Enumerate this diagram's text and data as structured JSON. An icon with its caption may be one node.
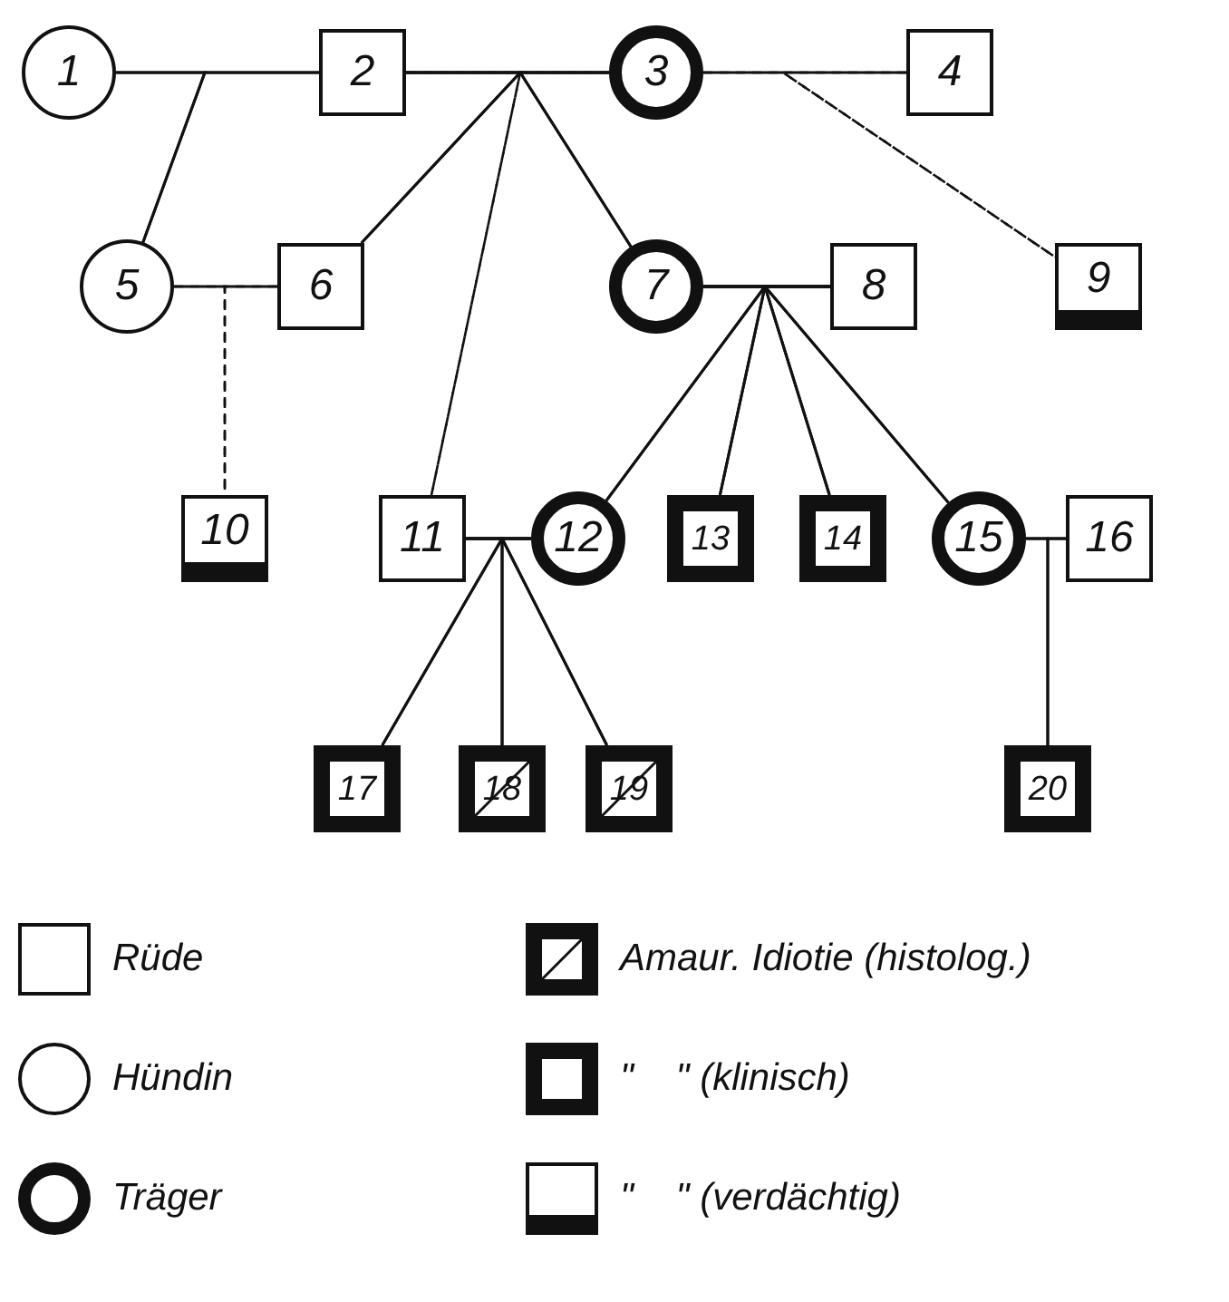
{
  "diagram": {
    "nodes": [
      {
        "text": [
          "1"
        ]
      },
      {
        "text": [
          "2"
        ]
      },
      {
        "text": [
          "3"
        ]
      },
      {
        "text": [
          "4"
        ]
      },
      {
        "text": [
          "5"
        ]
      },
      {
        "text": [
          "6"
        ]
      },
      {
        "text": [
          "7"
        ]
      },
      {
        "text": [
          "8"
        ]
      },
      {
        "text": [
          "9"
        ]
      },
      {
        "text": [
          "10"
        ]
      },
      {
        "text": [
          "11"
        ]
      },
      {
        "text": [
          "12"
        ]
      },
      {
        "text": [
          "13"
        ]
      },
      {
        "text": [
          "14"
        ]
      },
      {
        "text": [
          "15"
        ]
      },
      {
        "text": [
          "16"
        ]
      },
      {
        "text": [
          "17"
        ]
      },
      {
        "text": [
          "18"
        ]
      },
      {
        "text": [
          "19"
        ]
      },
      {
        "text": [
          "20"
        ]
      }
    ],
    "edges": [
      {
        "from": 0,
        "to": 1,
        "arrow": "none"
      },
      {
        "from": 1,
        "to": 2,
        "arrow": "none"
      },
      {
        "from": 2,
        "to": 3,
        "arrow": "none"
      },
      {
        "from": 0,
        "to": 4,
        "arrow": "none"
      },
      {
        "from": 1,
        "to": 4,
        "arrow": "none"
      },
      {
        "from": 1,
        "to": 5,
        "arrow": "none"
      },
      {
        "from": 2,
        "to": 5,
        "arrow": "none"
      },
      {
        "from": 1,
        "to": 10,
        "arrow": "none",
        "style": "dashed"
      },
      {
        "from": 2,
        "to": 10,
        "arrow": "none",
        "style": "dashed"
      },
      {
        "from": 1,
        "to": 6,
        "arrow": "none"
      },
      {
        "from": 2,
        "to": 6,
        "arrow": "none"
      },
      {
        "from": 2,
        "to": 8,
        "arrow": "none",
        "style": "dashed"
      },
      {
        "from": 3,
        "to": 8,
        "arrow": "none",
        "style": "dashed"
      },
      {
        "from": 4,
        "to": 5,
        "arrow": "none"
      },
      {
        "from": 6,
        "to": 7,
        "arrow": "none"
      },
      {
        "from": 4,
        "to": 9,
        "arrow": "none",
        "style": "dashed"
      },
      {
        "from": 5,
        "to": 9,
        "arrow": "none",
        "style": "dashed"
      },
      {
        "from": 6,
        "to": 11,
        "arrow": "none"
      },
      {
        "from": 7,
        "to": 11,
        "arrow": "none"
      },
      {
        "from": 6,
        "to": 12,
        "arrow": "none"
      },
      {
        "from": 7,
        "to": 12,
        "arrow": "none"
      },
      {
        "from": 6,
        "to": 13,
        "arrow": "none"
      },
      {
        "from": 7,
        "to": 13,
        "arrow": "none"
      },
      {
        "from": 6,
        "to": 14,
        "arrow": "none"
      },
      {
        "from": 7,
        "to": 14,
        "arrow": "none"
      },
      {
        "from": 10,
        "to": 11,
        "arrow": "none"
      },
      {
        "from": 14,
        "to": 15,
        "arrow": "none"
      },
      {
        "from": 10,
        "to": 16,
        "arrow": "none"
      },
      {
        "from": 11,
        "to": 16,
        "arrow": "none"
      },
      {
        "from": 10,
        "to": 17,
        "arrow": "none"
      },
      {
        "from": 11,
        "to": 17,
        "arrow": "none"
      },
      {
        "from": 10,
        "to": 18,
        "arrow": "none"
      },
      {
        "from": 11,
        "to": 18,
        "arrow": "none"
      },
      {
        "from": 14,
        "to": 19,
        "arrow": "none"
      },
      {
        "from": 15,
        "to": 19,
        "arrow": "none"
      }
    ],
    "legend": [
      {
        "text": "Rüde"
      },
      {
        "text": "Hündin"
      },
      {
        "text": "Träger"
      },
      {
        "text": "Amaur. Idiotie (histolog.)"
      },
      {
        "text": "\"    \" (klinisch)"
      },
      {
        "text": "\"    \" (verdächtig)"
      }
    ]
  }
}
